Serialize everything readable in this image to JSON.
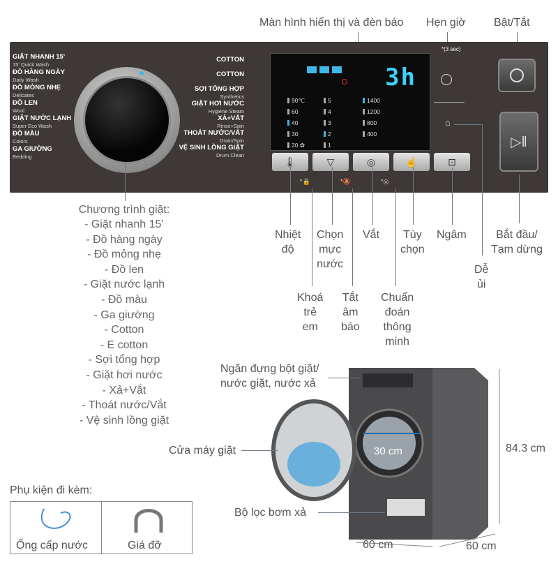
{
  "top_labels": {
    "display": "Màn hình hiển thị và đèn báo",
    "timer": "Hẹn giờ",
    "power": "Bật/Tắt"
  },
  "panel": {
    "timer_hint": "*(3 sec)",
    "left_programs": [
      {
        "vi": "GIẶT NHANH 15'",
        "en": "15' Quick Wash"
      },
      {
        "vi": "ĐỒ HÀNG NGÀY",
        "en": "Daily Wash"
      },
      {
        "vi": "ĐỒ MỎNG NHẸ",
        "en": "Delicates"
      },
      {
        "vi": "ĐỒ LEN",
        "en": "Wool"
      },
      {
        "vi": "GIẶT NƯỚC LẠNH",
        "en": "Super Eco Wash"
      },
      {
        "vi": "ĐỒ MÀU",
        "en": "Colors"
      },
      {
        "vi": "GA GIƯỜNG",
        "en": "Bedding"
      }
    ],
    "right_programs": [
      {
        "vi": "COTTON",
        "en": ""
      },
      {
        "vi": "COTTON",
        "en": ""
      },
      {
        "vi": "SỢI TỔNG HỢP",
        "en": "Synthetics"
      },
      {
        "vi": "GIẶT HƠI NƯỚC",
        "en": "Hygiene Steam"
      },
      {
        "vi": "XẢ+VẮT",
        "en": "Rinse+Spin"
      },
      {
        "vi": "THOÁT NƯỚC/VẮT",
        "en": "Drain/Spin"
      },
      {
        "vi": "VỆ SINH LỒNG GIẶT",
        "en": "Drum Clean"
      }
    ],
    "display": {
      "time": "3h",
      "temp": [
        "90℃",
        "60",
        "40",
        "30",
        "20 ✿"
      ],
      "rinse": [
        "5",
        "4",
        "3",
        "2",
        "1"
      ],
      "spin": [
        "1400",
        "1200",
        "800",
        "400"
      ]
    }
  },
  "callouts": {
    "temperature": "Nhiệt\nđộ",
    "water_level": "Chọn\nmực\nnước",
    "spin": "Vắt",
    "options": "Tùy\nchọn",
    "soak": "Ngâm",
    "start": "Bắt đầu/\nTạm dừng",
    "easy_iron": "Dễ\nủi",
    "child_lock": "Khoá\ntrẻ\nem",
    "mute": "Tắt\nâm\nbáo",
    "smart_check": "Chuẩn\nđoán\nthông\nminh"
  },
  "program_list": {
    "title": "Chương trình giặt:",
    "items": [
      "- Giặt nhanh 15’",
      "- Đồ hàng ngày",
      "- Đồ mỏng nhẹ",
      "- Đồ len",
      "- Giặt nước lạnh",
      "- Đồ màu",
      "- Ga giường",
      "- Cotton",
      "- E cotton",
      "- Sợi tổng hợp",
      "- Giặt hơi nước",
      "- Xả+Vắt",
      "- Thoát nước/Vắt",
      "- Vệ sinh lồng giặt"
    ]
  },
  "machine": {
    "detergent": "Ngăn đựng bột giặt/\nnước giặt, nước xả",
    "door": "Cửa máy giặt",
    "door_size": "30 cm",
    "filter": "Bộ lọc bơm xả",
    "height": "84.3 cm",
    "width": "60 cm",
    "depth": "60 cm"
  },
  "accessories": {
    "title": "Phụ kiện đi kèm:",
    "items": [
      "Ống cấp nước",
      "Giá đỡ"
    ]
  }
}
